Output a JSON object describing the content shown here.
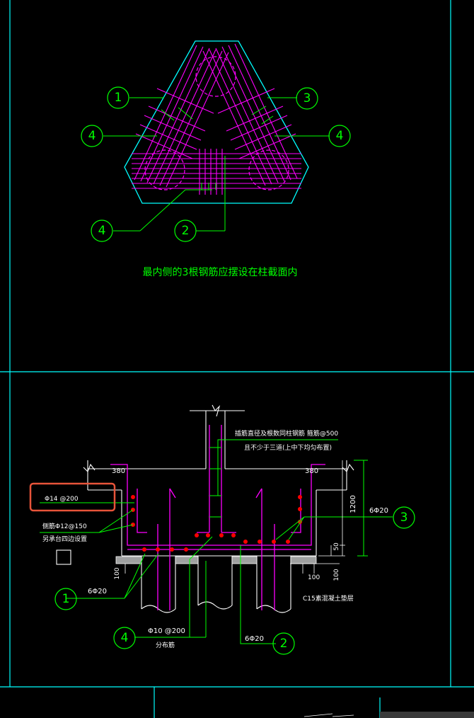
{
  "colors": {
    "background": "#000000",
    "frame": "#00ffff",
    "rebar": "#ff00ff",
    "annotation": "#00ff00",
    "dimension_text": "#ffffff",
    "rebar_dot": "#ff0000",
    "highlight_box": "#e8543a",
    "concrete": "#9fa0a0"
  },
  "top_plan": {
    "callouts": [
      "1",
      "3",
      "4",
      "4",
      "4",
      "2"
    ],
    "note": "最内侧的3根钢筋应摆设在柱截面内"
  },
  "section": {
    "top_note_line1": "插筋直径及根数同柱钢筋 箍筋@500",
    "top_note_line2": "且不少于三道(上中下均匀布置)",
    "dim_left_width": "380",
    "dim_right_width": "380",
    "dim_height": "1200",
    "right_rebar": "6Φ20",
    "callout_right": "3",
    "highlighted_label": "Φ14 @200",
    "side_bar_line1": "侧筋Φ12@150",
    "side_bar_line2": "另承台四边设置",
    "dim_50": "50",
    "dim_100_left": "100",
    "dim_100_right_a": "100",
    "dim_100_right_b": "100",
    "left_rebar": "6Φ20",
    "callout_left": "1",
    "cushion_note": "C15素混凝土垫层",
    "dist_bar_line1": "Φ10 @200",
    "dist_bar_line2": "分布筋",
    "callout_bottom_left": "4",
    "bottom_rebar": "6Φ20",
    "callout_bottom_right": "2"
  }
}
